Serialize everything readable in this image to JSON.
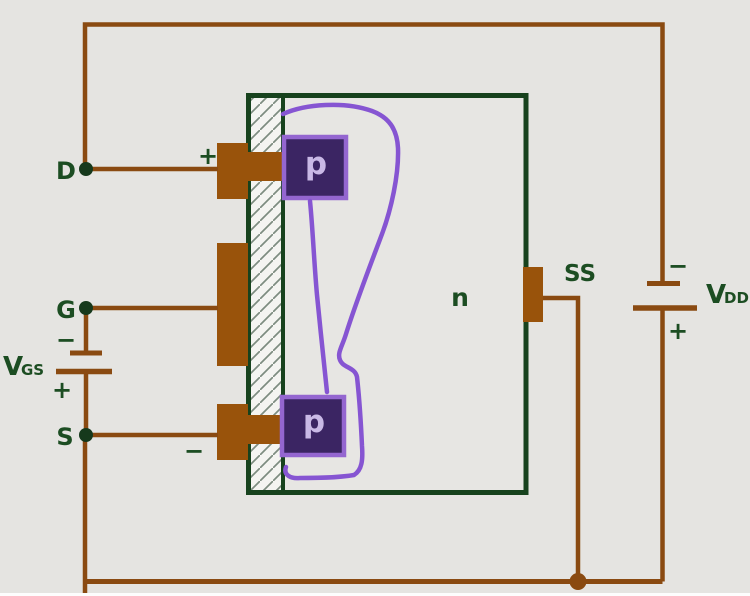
{
  "colors": {
    "background": "#e5e4e1",
    "wire": "#8a4a11",
    "contact": "#99530b",
    "outline_green": "#17421d",
    "label_green": "#1c4d22",
    "terminal_dot": "#16391c",
    "n_fill": "#e7e6e3",
    "hatch_bg": "#f4f4f1",
    "hatch_line": "#7d8c80",
    "p_fill": "#3b2563",
    "p_border": "#9466d0",
    "p_text": "#c9b9e6",
    "depletion": "#8655d2",
    "strip": "#fdfdfd"
  },
  "labels": {
    "drain": "D",
    "gate": "G",
    "source": "S",
    "substrate_terminal": "SS",
    "n_region": "n",
    "p_region_top": "p",
    "p_region_bottom": "p",
    "vgs_symbol": "V",
    "vgs_subscript": "GS",
    "vdd_symbol": "V",
    "vdd_subscript": "DD",
    "drain_polarity": "+",
    "source_polarity": "−",
    "vgs_battery_minus": "−",
    "vgs_battery_plus": "+",
    "vdd_battery_minus": "−",
    "vdd_battery_plus": "+"
  }
}
